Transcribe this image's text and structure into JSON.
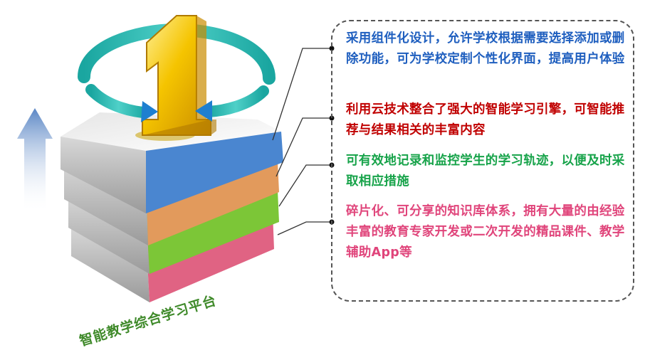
{
  "badge_digit": "1",
  "platform_label": "智能教学综合学习平台",
  "features": [
    {
      "text": "采用组件化设计，允许学校根据需要选择添加或删除功能，可为学校定制个性化界面，提高用户体验",
      "color": "#1f5fbf"
    },
    {
      "text": "利用云技术整合了强大的智能学习引擎，可智能推荐与结果相关的丰富内容",
      "color": "#c00000"
    },
    {
      "text": "可有效地记录和监控学生的学习轨迹，以便及时采取相应措施",
      "color": "#17a34a"
    },
    {
      "text": "碎片化、可分享的知识库体系，拥有大量的由经验丰富的教育专家开发或二次开发的精品课件、教学辅助App等",
      "color": "#e0457b"
    }
  ],
  "layer_colors": [
    "#4a86d0",
    "#e29a5c",
    "#7cc637",
    "#e06383"
  ]
}
